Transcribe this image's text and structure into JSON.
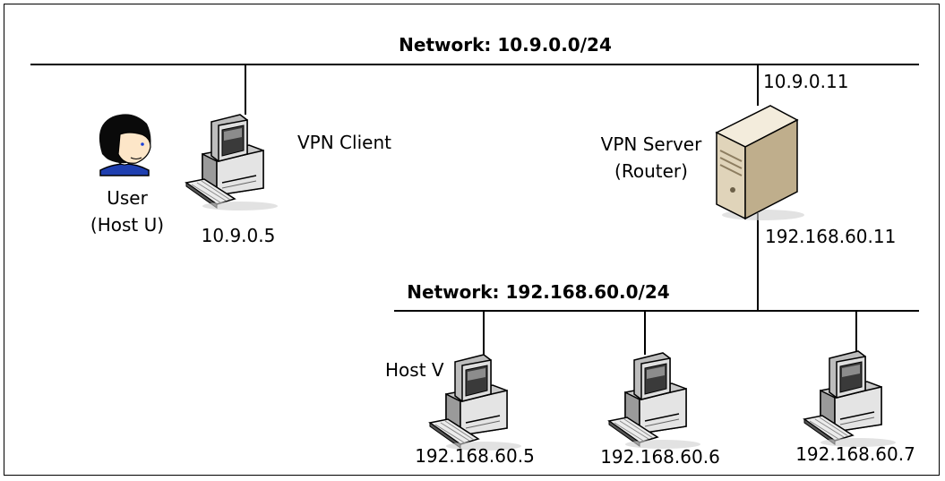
{
  "networks": {
    "outer": "Network: 10.9.0.0/24",
    "inner": "Network: 192.168.60.0/24"
  },
  "user": {
    "line1": "User",
    "line2": "(Host U)"
  },
  "vpn_client": {
    "label": "VPN Client",
    "ip": "10.9.0.5"
  },
  "vpn_server": {
    "line1": "VPN Server",
    "line2": "(Router)",
    "outer_ip": "10.9.0.11",
    "inner_ip": "192.168.60.11"
  },
  "hosts": [
    {
      "label": "Host V",
      "ip": "192.168.60.5"
    },
    {
      "label": "",
      "ip": "192.168.60.6"
    },
    {
      "label": "",
      "ip": "192.168.60.7"
    }
  ],
  "icons": {
    "user": "user-icon",
    "computer": "computer-icon",
    "server": "server-icon"
  }
}
